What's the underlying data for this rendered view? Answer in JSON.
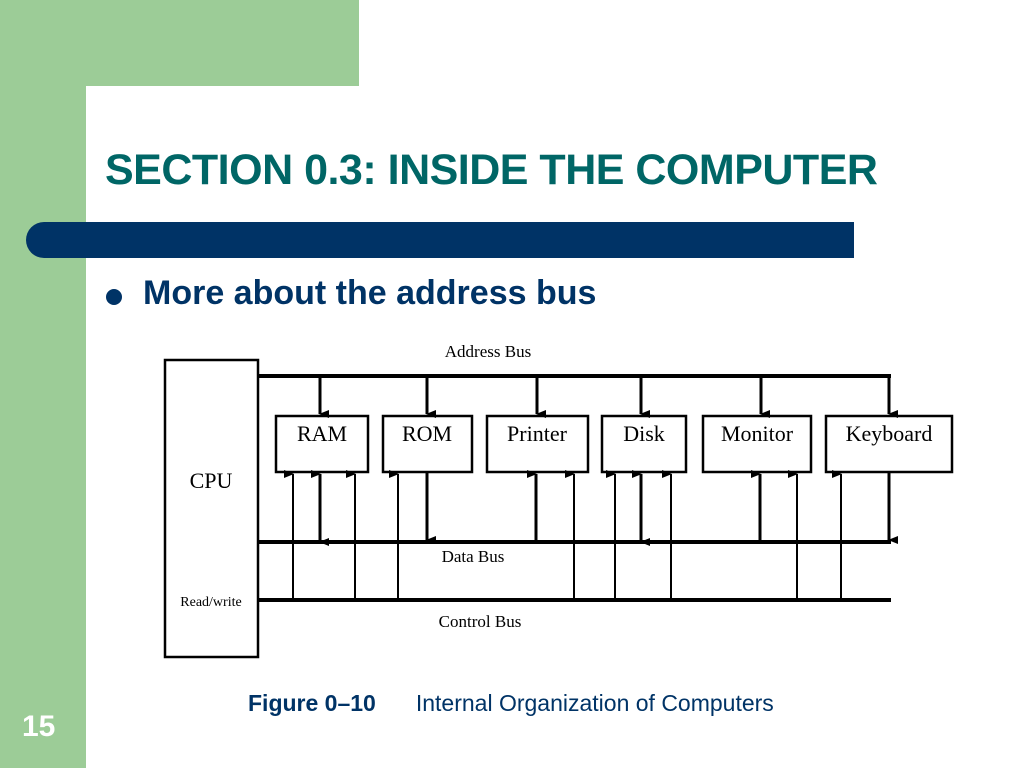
{
  "slide": {
    "title": "SECTION 0.3: INSIDE THE COMPUTER",
    "bullet": "More about the address bus",
    "page_number": "15",
    "colors": {
      "accent_green": "#9ccc97",
      "title_teal": "#006666",
      "navy": "#003366"
    }
  },
  "diagram": {
    "cpu_label": "CPU",
    "read_write_label": "Read/write",
    "devices": [
      "RAM",
      "ROM",
      "Printer",
      "Disk",
      "Monitor",
      "Keyboard"
    ],
    "buses": {
      "address": "Address Bus",
      "data": "Data Bus",
      "control": "Control Bus"
    }
  },
  "caption": {
    "label": "Figure 0–10",
    "text": "Internal Organization of Computers"
  }
}
